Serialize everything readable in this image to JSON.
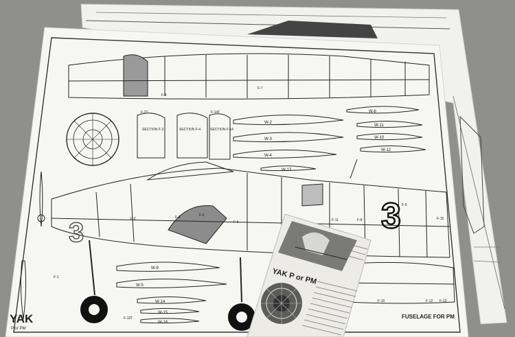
{
  "photo": {
    "surface_color": "#8f8f8b",
    "paper_color": "#f4f4f1",
    "ink_color": "#1a1a1a"
  },
  "plan": {
    "title": "YAK",
    "subtitle": "P or PM",
    "fuselage_caption": "FUSELAGE FOR PM",
    "fuselage_number": "3",
    "cowl_number": "3",
    "sections": [
      "SECTION F-3",
      "SECTION F-4",
      "SECTION F-14"
    ],
    "wing_ribs": [
      "W-2",
      "W-3",
      "W-4",
      "W-13",
      "W-8",
      "W-11",
      "W-10",
      "W-12",
      "W-9",
      "W-5",
      "W-14",
      "W-15",
      "W-16"
    ],
    "formers": [
      "F-2T",
      "F-1",
      "F-2",
      "F-3",
      "F-4",
      "F-5",
      "F-6",
      "F-7",
      "F-8",
      "F-9",
      "F-10",
      "F-11",
      "F-12",
      "F-13",
      "F-13T",
      "F-14T",
      "F-15"
    ]
  },
  "article": {
    "title": "YAK P or PM"
  }
}
